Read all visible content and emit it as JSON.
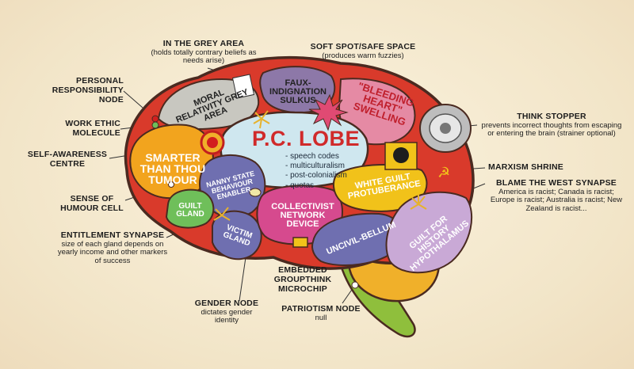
{
  "lobe": {
    "title": "P.C. LOBE",
    "items": [
      "speech codes",
      "multiculturalism",
      "post-colonialism",
      "quotas"
    ]
  },
  "regions": {
    "moral_relativity": "MORAL RELATIVITY GREY AREA",
    "faux_indignation": "FAUX-INDIGNATION SULKUS",
    "bleeding_heart": "\"BLEEDING HEART\" SWELLING",
    "smarter_than_thou": "SMARTER THAN THOU TUMOUR",
    "nanny_state": "NANNY STATE BEHAVIOUR ENABLER",
    "guilt_gland": "GUILT GLAND",
    "victim_gland": "VICTIM GLAND",
    "collectivist": "COLLECTIVIST NETWORK DEVICE",
    "white_guilt": "WHITE GUILT PROTUBERANCE",
    "uncivil_bellum": "UNCIVIL-BELLUM",
    "guilt_history": "GUILT FOR HISTORY HYPOTHALAMUS"
  },
  "labels": {
    "grey_area": {
      "title": "IN THE GREY AREA",
      "sub": "(holds totally contrary beliefs as needs arise)"
    },
    "soft_spot": {
      "title": "SOFT SPOT/SAFE SPACE",
      "sub": "(produces warm fuzzies)"
    },
    "personal_resp": {
      "title": "PERSONAL RESPONSIBILITY NODE"
    },
    "work_ethic": {
      "title": "WORK ETHIC MOLECULE"
    },
    "self_awareness": {
      "title": "SELF-AWARENESS CENTRE"
    },
    "humour": {
      "title": "SENSE OF HUMOUR CELL"
    },
    "entitlement": {
      "title": "ENTITLEMENT SYNAPSE",
      "sub": "size of each gland depends on yearly income and other markers of success"
    },
    "gender": {
      "title": "GENDER NODE",
      "sub": "dictates gender identity"
    },
    "groupthink": {
      "title": "EMBEDDED GROUPTHINK MICROCHIP"
    },
    "patriotism": {
      "title": "PATRIOTISM NODE",
      "sub": "null"
    },
    "think_stopper": {
      "title": "THINK STOPPER",
      "sub": "prevents incorrect thoughts from escaping or entering the brain (strainer optional)"
    },
    "marxism": {
      "title": "MARXISM SHRINE"
    },
    "blame_west": {
      "title": "BLAME THE WEST SYNAPSE",
      "sub": "America is racist; Canada is racist; Europe is racist; Australia is racist; New Zealand is racist..."
    }
  },
  "colors": {
    "brain_outline": "#4a2a20",
    "red_shell": "#d93a2b",
    "pc_lobe": "#cfe7ef",
    "grey": "#c8c7c0",
    "purple": "#8d78a8",
    "pink": "#e58aa4",
    "orange": "#f2a41e",
    "indigo": "#6f6fb0",
    "green": "#6fbf5a",
    "magenta": "#d64a8e",
    "yellow": "#f1c21a",
    "light_purple": "#c9a9d6",
    "stem": "#8fbf3c"
  }
}
